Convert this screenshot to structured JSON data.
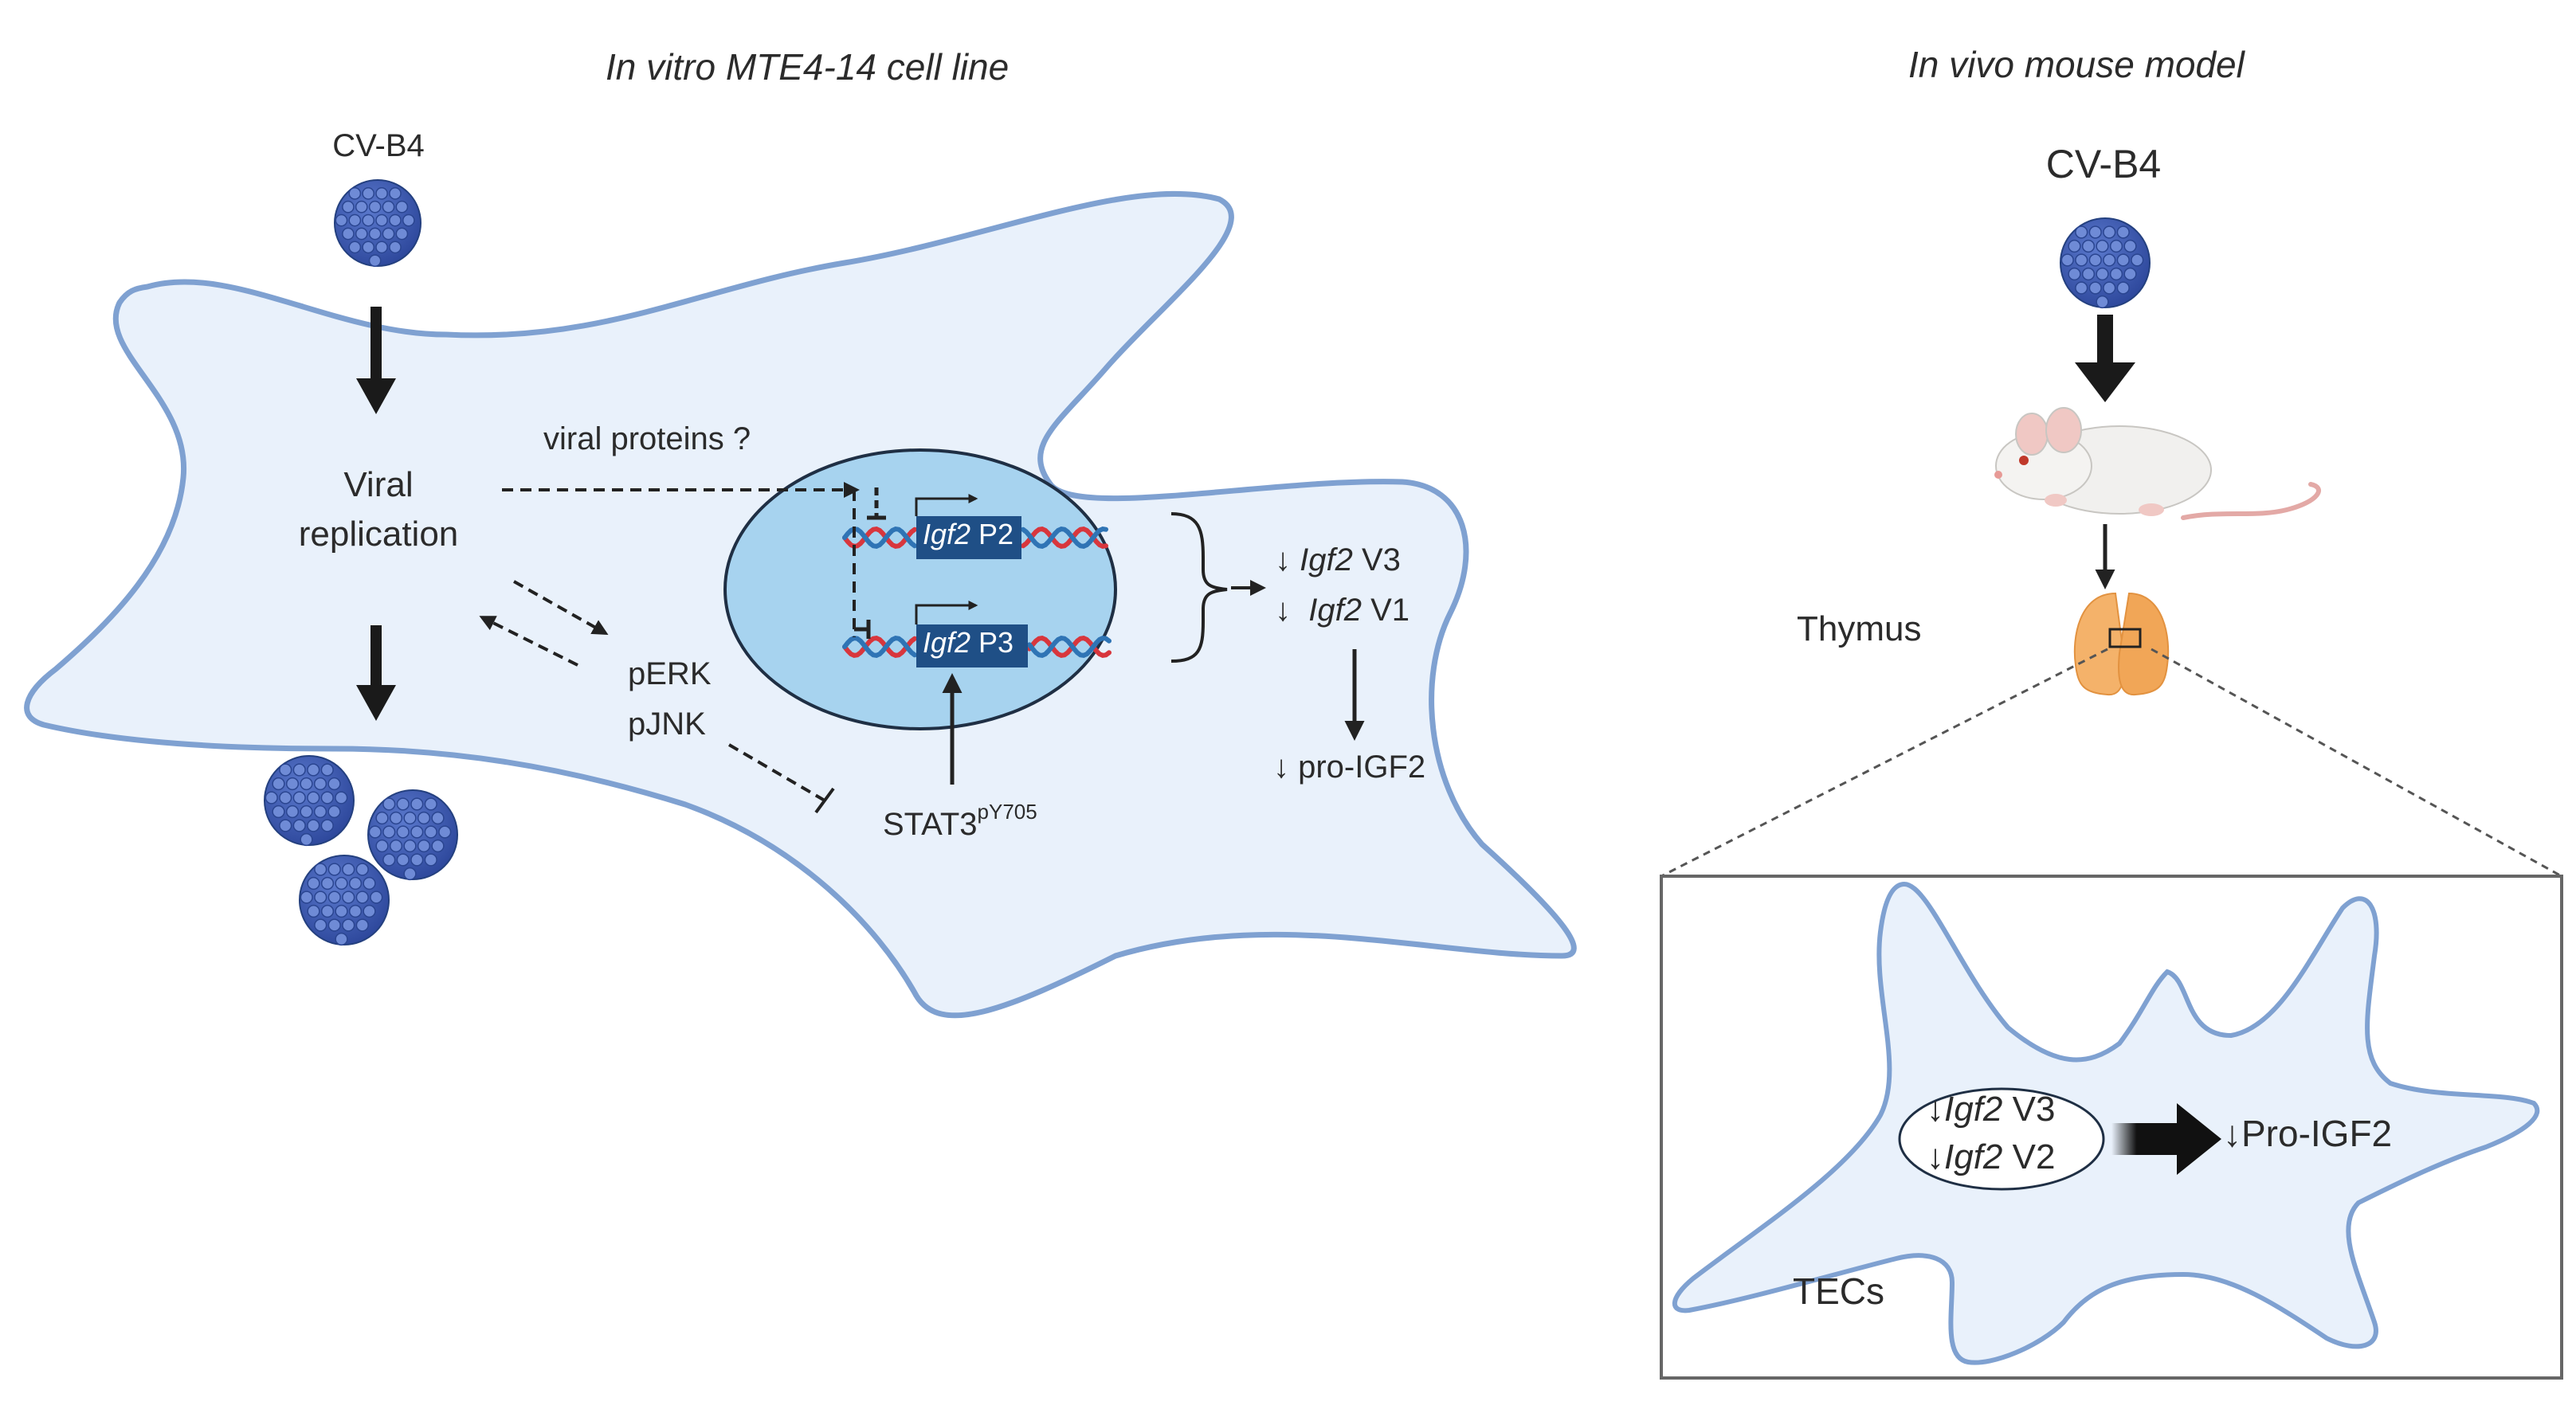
{
  "colors": {
    "cell_fill": "#e9f1fb",
    "cell_outline": "#7fa1d1",
    "nucleus_fill": "#a7d3ef",
    "virus_blue": "#3352a8",
    "virus_light": "#6683cf",
    "gene_box": "#1f4f86",
    "dna_red": "#d8363d",
    "dna_blue": "#2f74b5",
    "thymus_orange": "#f4b26a",
    "text": "#2b2b2b"
  },
  "left_panel": {
    "title": "In vitro  MTE4-14 cell line",
    "virus_label": "CV-B4",
    "viral_replication": [
      "Viral",
      "replication"
    ],
    "viral_proteins": "viral proteins ?",
    "perk": "pERK",
    "pjnk": "pJNK",
    "stat3": "STAT3",
    "stat3_sup": "pY705",
    "promoter_p2": {
      "gene": "Igf2",
      "suffix": " P2"
    },
    "promoter_p3": {
      "gene": "Igf2",
      "suffix": " P3"
    },
    "down_v3": {
      "arrow": "↓",
      "gene": "Igf2",
      "suffix": " V3"
    },
    "down_v1": {
      "arrow": "↓",
      "gene": "Igf2",
      "suffix": " V1"
    },
    "down_proigf2": "↓ pro-IGF2"
  },
  "right_panel": {
    "title": "In vivo mouse model",
    "virus_label": "CV-B4",
    "thymus": "Thymus",
    "tecs": "TECs",
    "down_v3": {
      "arrow": "↓",
      "gene": "Igf2",
      "suffix": " V3"
    },
    "down_v2": {
      "arrow": "↓",
      "gene": "Igf2",
      "suffix": " V2"
    },
    "down_proigf2": "↓Pro-IGF2"
  }
}
